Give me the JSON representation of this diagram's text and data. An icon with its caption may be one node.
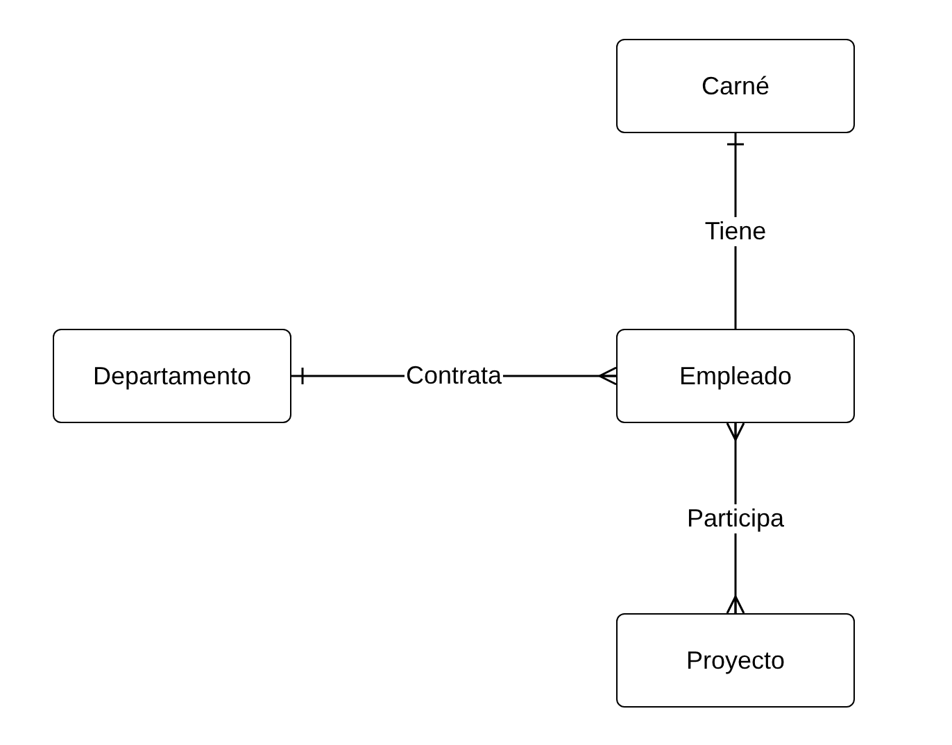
{
  "diagram": {
    "nodes": [
      {
        "text": [
          "Carné"
        ]
      },
      {
        "text": [
          "Departamento"
        ]
      },
      {
        "text": [
          "Empleado"
        ]
      },
      {
        "text": [
          "Proyecto"
        ]
      }
    ],
    "edges": [
      {
        "from": 2,
        "to": 0,
        "label": "Tiene",
        "arrow": "other"
      },
      {
        "from": 1,
        "to": 2,
        "label": "Contrata",
        "arrow": "other"
      },
      {
        "from": 2,
        "to": 3,
        "label": "Participa",
        "arrow": "other"
      }
    ]
  }
}
